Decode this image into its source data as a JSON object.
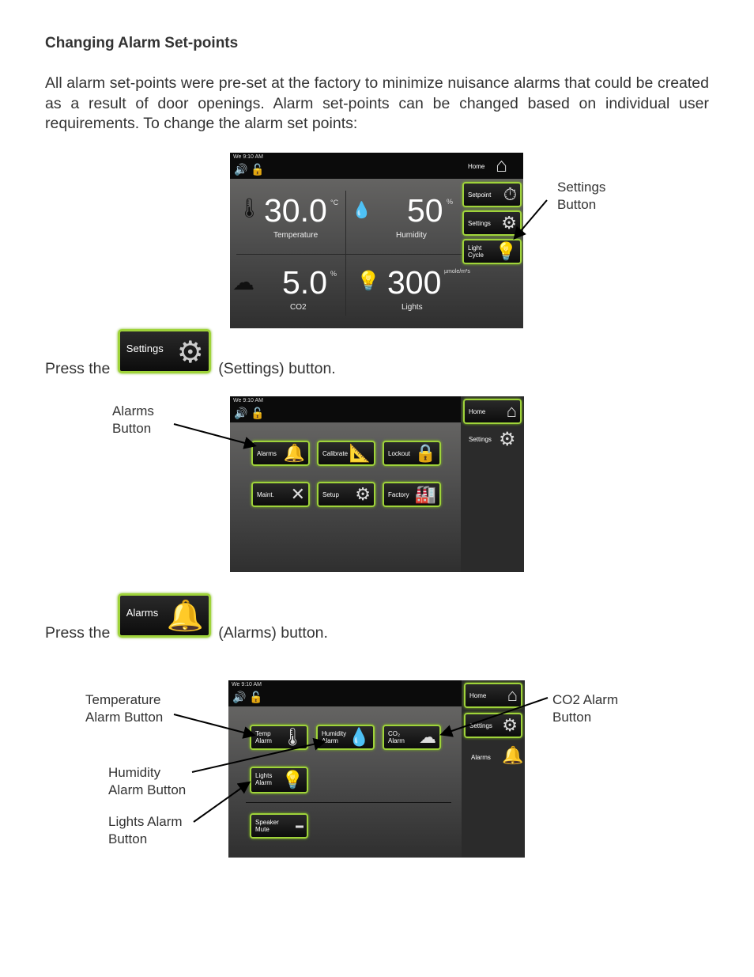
{
  "heading": "Changing Alarm Set-points",
  "intro": "All alarm set-points were pre-set at the factory to minimize nuisance alarms that could be created as a result of door openings.  Alarm set-points can be changed based on individual user requirements.  To change the alarm set points:",
  "screen1": {
    "date": "We  9:10 AM",
    "home": "Home",
    "buttons": [
      "Setpoint",
      "Settings",
      "Light\nCycle"
    ],
    "temp_value": "30.0",
    "temp_unit": "°C",
    "temp_label": "Temperature",
    "hum_value": "50",
    "hum_unit": "%",
    "hum_label": "Humidity",
    "co2_value": "5.0",
    "co2_unit": "%",
    "co2_label": "CO2",
    "light_value": "300",
    "light_unit": "µmole/m²s",
    "light_label": "Lights"
  },
  "callout_settings": "Settings\nButton",
  "press1": {
    "before": "Press the",
    "button_label": "Settings",
    "after": "(Settings) button."
  },
  "screen2": {
    "date": "We  9:10 AM",
    "home": "Home",
    "side_label": "Settings",
    "buttons": [
      "Alarms",
      "Calibrate",
      "Lockout",
      "Maint.",
      "Setup",
      "Factory"
    ]
  },
  "callout_alarms": "Alarms\nButton",
  "press2": {
    "before": "Press the",
    "button_label": "Alarms",
    "after": "(Alarms) button."
  },
  "screen3": {
    "date": "We  9:10 AM",
    "home": "Home",
    "settings": "Settings",
    "side_label": "Alarms",
    "buttons": [
      "Temp\nAlarm",
      "Humidity\nAlarm",
      "CO₂\nAlarm",
      "Lights\nAlarm",
      "Speaker\nMute"
    ]
  },
  "callout_temp": "Temperature\nAlarm Button",
  "callout_humidity": "Humidity\nAlarm Button",
  "callout_lights": "Lights Alarm\nButton",
  "callout_co2": "CO2 Alarm\nButton",
  "accent_color": "#9fd33a"
}
